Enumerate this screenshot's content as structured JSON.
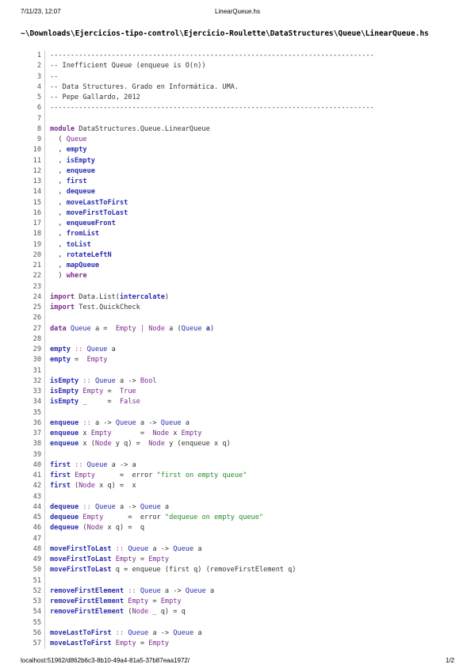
{
  "header": {
    "datetime": "7/11/23, 12:07",
    "title": "LinearQueue.hs"
  },
  "file_path": "~\\Downloads\\Ejercicios-tipo-control\\Ejercicio-Roulette\\DataStructures\\Queue\\LinearQueue.hs",
  "lines": [
    [
      [
        "comment",
        "-------------------------------------------------------------------------------"
      ]
    ],
    [
      [
        "comment",
        "-- Inefficient Queue (enqueue is O(n))"
      ]
    ],
    [
      [
        "comment",
        "--"
      ]
    ],
    [
      [
        "comment",
        "-- Data Structures. Grado en Informática. UMA."
      ]
    ],
    [
      [
        "comment",
        "-- Pepe Gallardo, 2012"
      ]
    ],
    [
      [
        "comment",
        "-------------------------------------------------------------------------------"
      ]
    ],
    [],
    [
      [
        "kw",
        "module"
      ],
      [
        "plain",
        " DataStructures.Queue.LinearQueue"
      ]
    ],
    [
      [
        "plain",
        "  ( "
      ],
      [
        "con",
        "Queue"
      ]
    ],
    [
      [
        "plain",
        "  , "
      ],
      [
        "fn",
        "empty"
      ]
    ],
    [
      [
        "plain",
        "  , "
      ],
      [
        "fn",
        "isEmpty"
      ]
    ],
    [
      [
        "plain",
        "  , "
      ],
      [
        "fn",
        "enqueue"
      ]
    ],
    [
      [
        "plain",
        "  , "
      ],
      [
        "fn",
        "first"
      ]
    ],
    [
      [
        "plain",
        "  , "
      ],
      [
        "fn",
        "dequeue"
      ]
    ],
    [
      [
        "plain",
        "  , "
      ],
      [
        "fn",
        "moveLastToFirst"
      ]
    ],
    [
      [
        "plain",
        "  , "
      ],
      [
        "fn",
        "moveFirstToLast"
      ]
    ],
    [
      [
        "plain",
        "  , "
      ],
      [
        "fn",
        "enqueueFront"
      ]
    ],
    [
      [
        "plain",
        "  , "
      ],
      [
        "fn",
        "fromList"
      ]
    ],
    [
      [
        "plain",
        "  , "
      ],
      [
        "fn",
        "toList"
      ]
    ],
    [
      [
        "plain",
        "  , "
      ],
      [
        "fn",
        "rotateLeftN"
      ]
    ],
    [
      [
        "plain",
        "  , "
      ],
      [
        "fn",
        "mapQueue"
      ]
    ],
    [
      [
        "plain",
        "  ) "
      ],
      [
        "kw",
        "where"
      ]
    ],
    [],
    [
      [
        "kw",
        "import"
      ],
      [
        "plain",
        " Data.List("
      ],
      [
        "fn",
        "intercalate"
      ],
      [
        "plain",
        ")"
      ]
    ],
    [
      [
        "kw",
        "import"
      ],
      [
        "plain",
        " Test.QuickCheck"
      ]
    ],
    [],
    [
      [
        "kw",
        "data"
      ],
      [
        "plain",
        " "
      ],
      [
        "ty",
        "Queue"
      ],
      [
        "plain",
        " a =  "
      ],
      [
        "con",
        "Empty"
      ],
      [
        "plain",
        " "
      ],
      [
        "op",
        "|"
      ],
      [
        "plain",
        " "
      ],
      [
        "con",
        "Node"
      ],
      [
        "plain",
        " a ("
      ],
      [
        "ty",
        "Queue"
      ],
      [
        "plain",
        " "
      ],
      [
        "fn",
        "a"
      ],
      [
        "plain",
        ")"
      ]
    ],
    [],
    [
      [
        "fn",
        "empty"
      ],
      [
        "plain",
        " "
      ],
      [
        "op",
        "::"
      ],
      [
        "plain",
        " "
      ],
      [
        "ty",
        "Queue"
      ],
      [
        "plain",
        " a"
      ]
    ],
    [
      [
        "fn",
        "empty"
      ],
      [
        "plain",
        " =  "
      ],
      [
        "con",
        "Empty"
      ]
    ],
    [],
    [
      [
        "fn",
        "isEmpty"
      ],
      [
        "plain",
        " "
      ],
      [
        "op",
        "::"
      ],
      [
        "plain",
        " "
      ],
      [
        "ty",
        "Queue"
      ],
      [
        "plain",
        " a -> "
      ],
      [
        "con",
        "Bool"
      ]
    ],
    [
      [
        "fn",
        "isEmpty"
      ],
      [
        "plain",
        " "
      ],
      [
        "con",
        "Empty"
      ],
      [
        "plain",
        " =  "
      ],
      [
        "con",
        "True"
      ]
    ],
    [
      [
        "fn",
        "isEmpty"
      ],
      [
        "plain",
        " _     =  "
      ],
      [
        "con",
        "False"
      ]
    ],
    [],
    [
      [
        "fn",
        "enqueue"
      ],
      [
        "plain",
        " "
      ],
      [
        "op",
        "::"
      ],
      [
        "plain",
        " a -> "
      ],
      [
        "ty",
        "Queue"
      ],
      [
        "plain",
        " a -> "
      ],
      [
        "ty",
        "Queue"
      ],
      [
        "plain",
        " a"
      ]
    ],
    [
      [
        "fn",
        "enqueue"
      ],
      [
        "plain",
        " x "
      ],
      [
        "con",
        "Empty"
      ],
      [
        "plain",
        "       =  "
      ],
      [
        "con",
        "Node"
      ],
      [
        "plain",
        " x "
      ],
      [
        "con",
        "Empty"
      ]
    ],
    [
      [
        "fn",
        "enqueue"
      ],
      [
        "plain",
        " x ("
      ],
      [
        "con",
        "Node"
      ],
      [
        "plain",
        " y q) =  "
      ],
      [
        "con",
        "Node"
      ],
      [
        "plain",
        " y (enqueue x q)"
      ]
    ],
    [],
    [
      [
        "fn",
        "first"
      ],
      [
        "plain",
        " "
      ],
      [
        "op",
        "::"
      ],
      [
        "plain",
        " "
      ],
      [
        "ty",
        "Queue"
      ],
      [
        "plain",
        " a -> a"
      ]
    ],
    [
      [
        "fn",
        "first"
      ],
      [
        "plain",
        " "
      ],
      [
        "con",
        "Empty"
      ],
      [
        "plain",
        "      =  error "
      ],
      [
        "str",
        "\"first on empty queue\""
      ]
    ],
    [
      [
        "fn",
        "first"
      ],
      [
        "plain",
        " ("
      ],
      [
        "con",
        "Node"
      ],
      [
        "plain",
        " x q) =  x"
      ]
    ],
    [],
    [
      [
        "fn",
        "dequeue"
      ],
      [
        "plain",
        " "
      ],
      [
        "op",
        "::"
      ],
      [
        "plain",
        " "
      ],
      [
        "ty",
        "Queue"
      ],
      [
        "plain",
        " a -> "
      ],
      [
        "ty",
        "Queue"
      ],
      [
        "plain",
        " a"
      ]
    ],
    [
      [
        "fn",
        "dequeue"
      ],
      [
        "plain",
        " "
      ],
      [
        "con",
        "Empty"
      ],
      [
        "plain",
        "      =  error "
      ],
      [
        "str",
        "\"dequeue on empty queue\""
      ]
    ],
    [
      [
        "fn",
        "dequeue"
      ],
      [
        "plain",
        " ("
      ],
      [
        "con",
        "Node"
      ],
      [
        "plain",
        " x q) =  q"
      ]
    ],
    [],
    [
      [
        "fn",
        "moveFirstToLast"
      ],
      [
        "plain",
        " "
      ],
      [
        "op",
        "::"
      ],
      [
        "plain",
        " "
      ],
      [
        "ty",
        "Queue"
      ],
      [
        "plain",
        " a -> "
      ],
      [
        "ty",
        "Queue"
      ],
      [
        "plain",
        " a"
      ]
    ],
    [
      [
        "fn",
        "moveFirstToLast"
      ],
      [
        "plain",
        " "
      ],
      [
        "con",
        "Empty"
      ],
      [
        "plain",
        " = "
      ],
      [
        "con",
        "Empty"
      ]
    ],
    [
      [
        "fn",
        "moveFirstToLast"
      ],
      [
        "plain",
        " q = enqueue (first q) (removeFirstElement q)"
      ]
    ],
    [],
    [
      [
        "fn",
        "removeFirstElement"
      ],
      [
        "plain",
        " "
      ],
      [
        "op",
        "::"
      ],
      [
        "plain",
        " "
      ],
      [
        "ty",
        "Queue"
      ],
      [
        "plain",
        " a -> "
      ],
      [
        "ty",
        "Queue"
      ],
      [
        "plain",
        " a"
      ]
    ],
    [
      [
        "fn",
        "removeFirstElement"
      ],
      [
        "plain",
        " "
      ],
      [
        "con",
        "Empty"
      ],
      [
        "plain",
        " = "
      ],
      [
        "con",
        "Empty"
      ]
    ],
    [
      [
        "fn",
        "removeFirstElement"
      ],
      [
        "plain",
        " ("
      ],
      [
        "con",
        "Node"
      ],
      [
        "plain",
        " _ q) = q"
      ]
    ],
    [],
    [
      [
        "fn",
        "moveLastToFirst"
      ],
      [
        "plain",
        " "
      ],
      [
        "op",
        "::"
      ],
      [
        "plain",
        " "
      ],
      [
        "ty",
        "Queue"
      ],
      [
        "plain",
        " a -> "
      ],
      [
        "ty",
        "Queue"
      ],
      [
        "plain",
        " a"
      ]
    ],
    [
      [
        "fn",
        "moveLastToFirst"
      ],
      [
        "plain",
        " "
      ],
      [
        "con",
        "Empty"
      ],
      [
        "plain",
        " = "
      ],
      [
        "con",
        "Empty"
      ]
    ]
  ],
  "footer": {
    "url": "localhost:51962/d862b6c3-8b10-49a4-81a5-37b87eaa1972/",
    "page": "1/2"
  }
}
